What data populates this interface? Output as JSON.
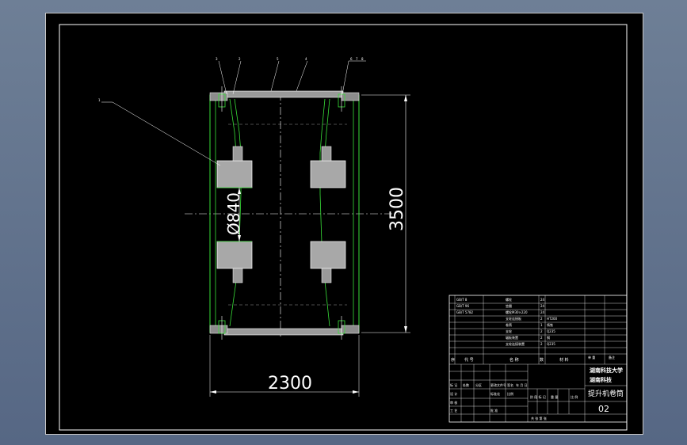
{
  "drawing": {
    "dimensions": {
      "width": "2300",
      "height": "3500",
      "diameter": "Ø840"
    },
    "part_labels": [
      "3",
      "2",
      "5",
      "4",
      "6",
      "7",
      "8",
      "1"
    ],
    "title_block": {
      "school_line1": "湖南科技大学",
      "school_line2": "湖南科技",
      "drawing_title": "提升机卷筒",
      "drawing_number": "02",
      "table_header": {
        "col1": "序",
        "col2": "代 号",
        "col3": "名 称",
        "col4": "数",
        "col5": "材 料",
        "col6": "单 重",
        "col7": "备注"
      },
      "parts_rows": [
        {
          "code": "GB/T 8",
          "name": "螺栓",
          "qty": "24",
          "mat": ""
        },
        {
          "code": "GB/T 96",
          "name": "垫圈",
          "qty": "24",
          "mat": ""
        },
        {
          "code": "GB/T 5782",
          "name": "螺栓M30×220",
          "qty": "24",
          "mat": ""
        },
        {
          "code": "",
          "name": "支轮连接板",
          "qty": "2",
          "mat": "HT200"
        },
        {
          "code": "",
          "name": "卷筒",
          "qty": "1",
          "mat": "铸铁"
        },
        {
          "code": "",
          "name": "支轮",
          "qty": "2",
          "mat": "Q235"
        },
        {
          "code": "",
          "name": "辐板装置",
          "qty": "2",
          "mat": "钢"
        },
        {
          "code": "",
          "name": "支轮连接装置",
          "qty": "2",
          "mat": "Q235"
        }
      ],
      "sign_rows": {
        "r1": [
          "标 记",
          "处数",
          "分区",
          "更改文件号",
          "签名",
          "年 月 日"
        ],
        "r2": [
          "设 计",
          "",
          "",
          "标准化",
          "",
          "比例"
        ],
        "r3": [
          "审 核",
          "",
          "",
          "",
          "",
          ""
        ],
        "r4": [
          "工 艺",
          "",
          "",
          "批 准",
          "",
          ""
        ]
      },
      "stage_labels": [
        "阶 段 标 记",
        "重 量",
        "比 例"
      ],
      "sheet_label": "共 张 第 张"
    }
  }
}
